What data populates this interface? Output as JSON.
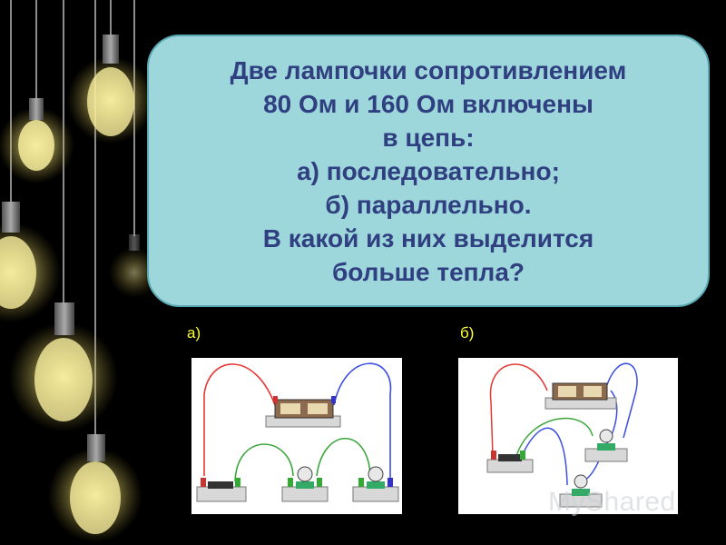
{
  "question": {
    "lines": [
      "Две лампочки сопротивлением",
      "80 Ом и 160 Ом включены",
      "в цепь:",
      "а) последовательно;",
      "б) параллельно.",
      "В какой из них выделится",
      "больше тепла?"
    ]
  },
  "diagrams": {
    "a_label": "а)",
    "b_label": "б)"
  },
  "watermark": "MyShared",
  "colors": {
    "box_fill": "#9dd7dc",
    "box_text": "#2f3f7f",
    "label": "#ffff33",
    "wire_red": "#e53935",
    "wire_blue": "#3b4fe0",
    "wire_green": "#3da63d"
  }
}
